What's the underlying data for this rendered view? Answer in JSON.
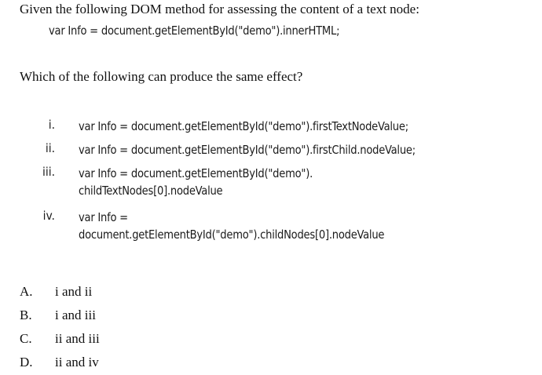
{
  "page": {
    "background_color": "#ffffff",
    "text_color": "#111111",
    "code_color": "#1b1b1b"
  },
  "question": {
    "intro": "Given the following DOM method for assessing the content of a text node:",
    "given_code": "var Info = document.getElementById(\"demo\").innerHTML;",
    "prompt": "Which of the following can produce the same effect?"
  },
  "roman_options": [
    {
      "label": "i.",
      "lines": [
        "var Info = document.getElementById(\"demo\").firstTextNodeValue;"
      ]
    },
    {
      "label": "ii.",
      "lines": [
        "var Info = document.getElementById(\"demo\").firstChild.nodeValue;"
      ]
    },
    {
      "label": "iii.",
      "lines": [
        "var Info = document.getElementById(\"demo\").",
        "childTextNodes[0].nodeValue"
      ]
    },
    {
      "label": "iv.",
      "lines": [
        "var Info =",
        "document.getElementById(\"demo\").childNodes[0].nodeValue"
      ]
    }
  ],
  "answers": [
    {
      "letter": "A.",
      "text": "i and ii"
    },
    {
      "letter": "B.",
      "text": "i and iii"
    },
    {
      "letter": "C.",
      "text": "ii and iii"
    },
    {
      "letter": "D.",
      "text": "ii and iv"
    }
  ]
}
